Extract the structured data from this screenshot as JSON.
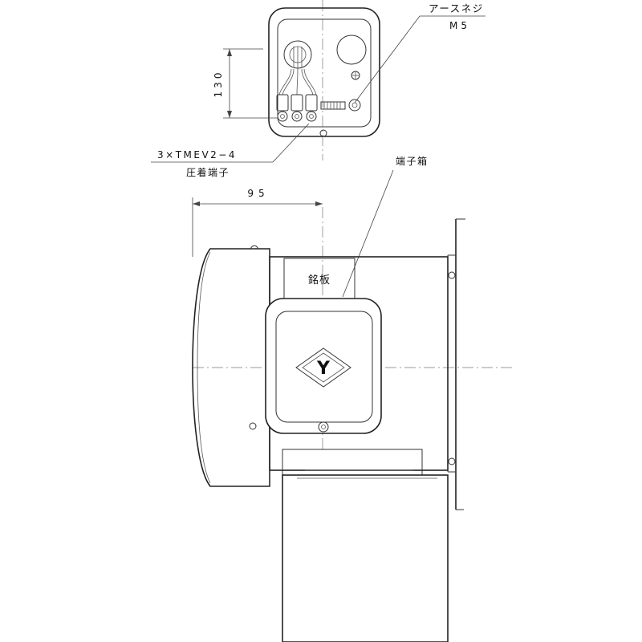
{
  "labels": {
    "earth_screw": "アースネジ",
    "earth_screw_size": "M5",
    "crimp_spec": "3×TMEV2−4",
    "crimp_name": "圧着端子",
    "terminal_box": "端子箱",
    "nameplate": "銘板"
  },
  "dimensions": {
    "height_130": "130",
    "width_95": "95"
  },
  "logo": {
    "letter": "Y"
  }
}
